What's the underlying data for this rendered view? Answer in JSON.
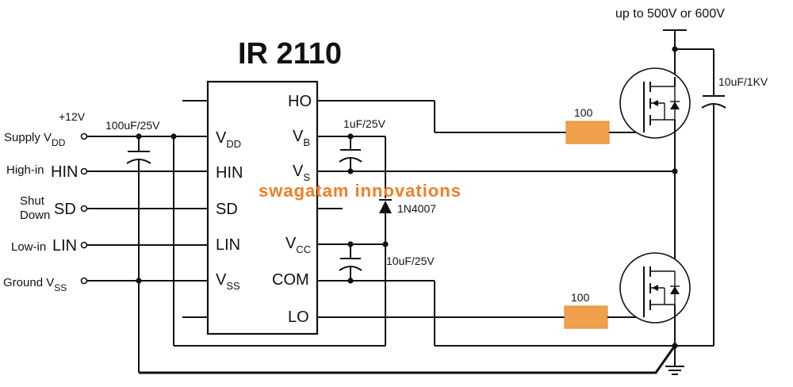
{
  "chip": {
    "title": "IR 2110",
    "pins_left": {
      "vdd": "V",
      "vdd_sub": "DD",
      "hin": "HIN",
      "sd": "SD",
      "lin": "LIN",
      "vss": "V",
      "vss_sub": "SS"
    },
    "pins_right": {
      "ho": "HO",
      "vb": "V",
      "vb_sub": "B",
      "vs": "V",
      "vs_sub": "S",
      "vcc": "V",
      "vcc_sub": "CC",
      "com": "COM",
      "lo": "LO"
    }
  },
  "inputs": {
    "supply_voltage": "+12V",
    "supply": "Supply V",
    "supply_sub": "DD",
    "high_in": "High-in",
    "high_in_pin": "HIN",
    "shut": "Shut",
    "down": "Down",
    "sd_pin": "SD",
    "low_in": "Low-in",
    "low_in_pin": "LIN",
    "ground": "Ground V",
    "ground_sub": "SS"
  },
  "components": {
    "c_supply": "100uF/25V",
    "c_boot": "1uF/25V",
    "c_vcc": "10uF/25V",
    "diode": "1N4007",
    "r_high": "100",
    "r_low": "100",
    "c_hv": "10uF/1KV",
    "hv_supply": "up to 500V or 600V"
  },
  "watermark": "swagatam innovations"
}
